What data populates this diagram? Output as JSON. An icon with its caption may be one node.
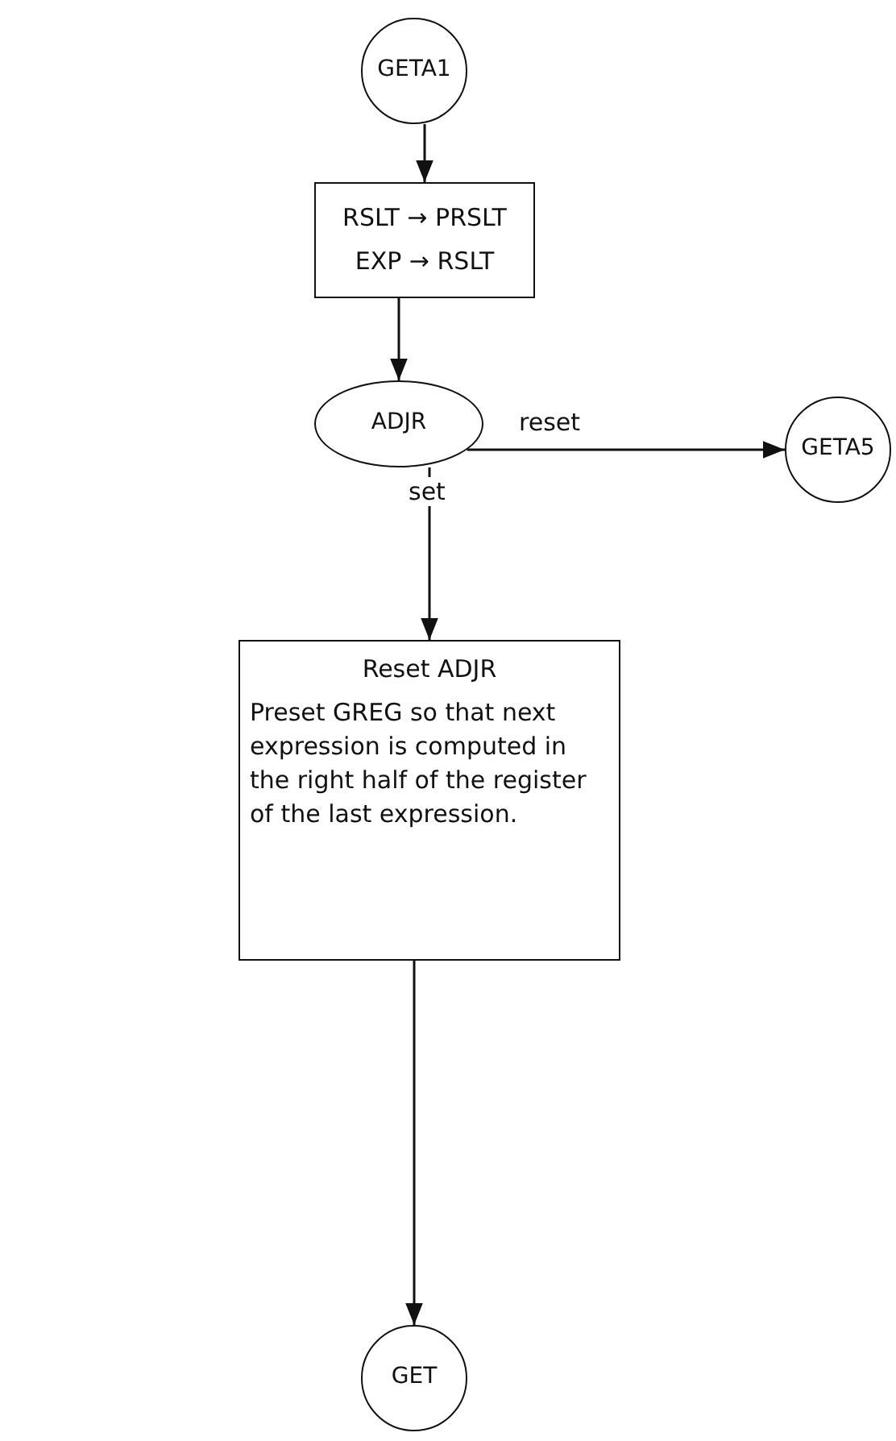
{
  "diagram": {
    "nodes": [
      {
        "text": [
          "GETA1"
        ]
      },
      {
        "text": [
          "RSLT → PRSLT",
          "EXP → RSLT"
        ]
      },
      {
        "text": [
          "ADJR"
        ]
      },
      {
        "text": [
          "GETA5"
        ]
      },
      {
        "text": [
          "Reset ADJR",
          "Preset GREG so that next expression is computed in the right half of the register of the last expression."
        ]
      },
      {
        "text": [
          "GET"
        ]
      }
    ],
    "edges": [
      {
        "from": 0,
        "to": 1,
        "arrow": "to"
      },
      {
        "from": 1,
        "to": 2,
        "arrow": "to"
      },
      {
        "from": 2,
        "to": 3,
        "arrow": "to",
        "label": "reset"
      },
      {
        "from": 2,
        "to": 4,
        "arrow": "to",
        "label": "set"
      },
      {
        "from": 4,
        "to": 5,
        "arrow": "to"
      }
    ]
  }
}
